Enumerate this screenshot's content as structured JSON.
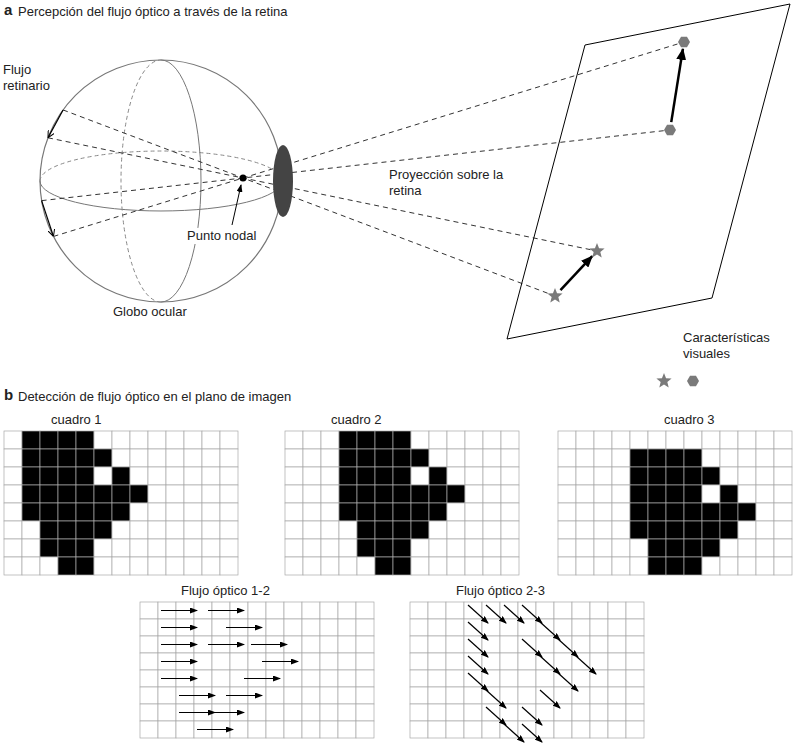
{
  "diagram": {
    "nodes": [
      {
        "text": [
          "cuadro 1"
        ]
      },
      {
        "text": [
          "cuadro 2"
        ]
      },
      {
        "text": [
          "cuadro 3"
        ]
      },
      {
        "text": [
          "Flujo óptico 1-2"
        ]
      },
      {
        "text": [
          "Flujo óptico 2-3"
        ]
      }
    ],
    "labels": [
      "a",
      "Percepción del flujo óptico a través de la retina",
      "Flujo retinario",
      "Proyección sobre la retina",
      "Punto nodal",
      "Globo ocular",
      "Características visuales",
      "b",
      "Detección de flujo óptico en el plano de imagen"
    ]
  }
}
